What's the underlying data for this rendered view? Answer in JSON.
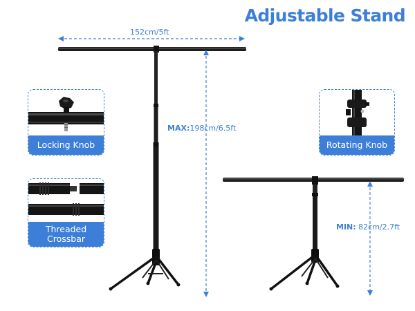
{
  "title": "Adjustable Stand",
  "width_dimension": "152cm/5ft",
  "max_height": {
    "prefix": "MAX:",
    "value": "198cm/6.5ft"
  },
  "min_height": {
    "prefix": "MIN:",
    "value": "82cm/2.7ft"
  },
  "features": {
    "locking_knob": "Locking Knob",
    "threaded_crossbar": "Threaded Crossbar",
    "rotating_knob": "Rotating Knob"
  },
  "colors": {
    "accent": "#3d7fd8",
    "stand": "#1a1a1a"
  }
}
